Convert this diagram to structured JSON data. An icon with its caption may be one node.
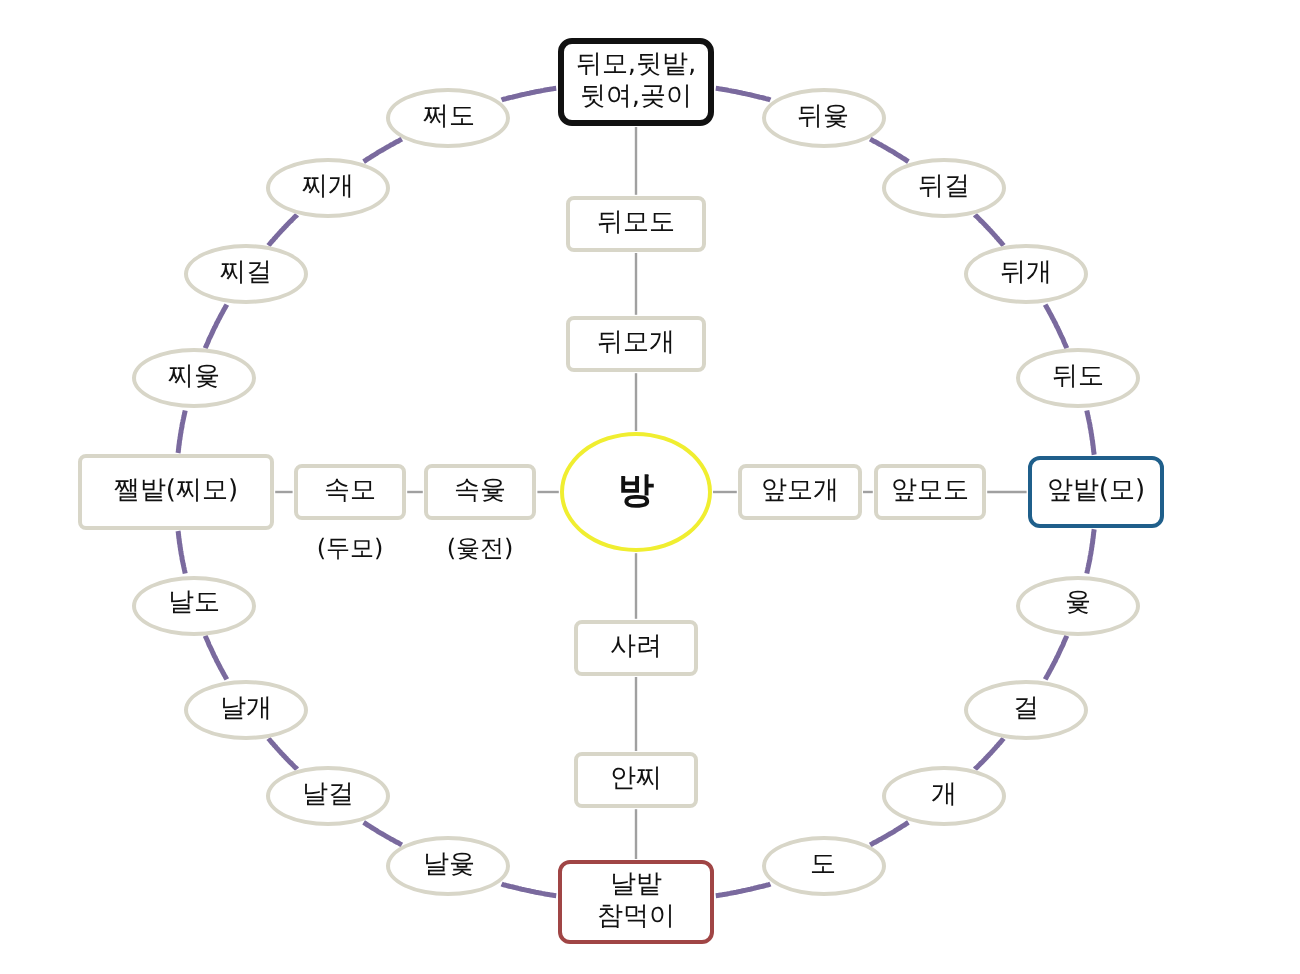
{
  "diagram": {
    "nodes": [
      {
        "text": [
          "뒤모,뒷밭, 뒷여,곶이"
        ]
      },
      {
        "text": [
          "쩌도"
        ]
      },
      {
        "text": [
          "뒤윷"
        ]
      },
      {
        "text": [
          "찌개"
        ]
      },
      {
        "text": [
          "뒤걸"
        ]
      },
      {
        "text": [
          "뒤모도"
        ]
      },
      {
        "text": [
          "찌걸"
        ]
      },
      {
        "text": [
          "뒤개"
        ]
      },
      {
        "text": [
          "뒤모개"
        ]
      },
      {
        "text": [
          "찌윷"
        ]
      },
      {
        "text": [
          "뒤도"
        ]
      },
      {
        "text": [
          "쨀밭(찌모)"
        ]
      },
      {
        "text": [
          "속모"
        ],
        "beside": [
          "(두모)"
        ]
      },
      {
        "text": [
          "속윷"
        ],
        "beside": [
          "(윷전)"
        ]
      },
      {
        "text": [
          "방"
        ]
      },
      {
        "text": [
          "앞모개"
        ]
      },
      {
        "text": [
          "앞모도"
        ]
      },
      {
        "text": [
          "앞밭(모)"
        ]
      },
      {
        "text": [
          "날도"
        ]
      },
      {
        "text": [
          "윷"
        ]
      },
      {
        "text": [
          "사려"
        ]
      },
      {
        "text": [
          "날개"
        ]
      },
      {
        "text": [
          "걸"
        ]
      },
      {
        "text": [
          "날걸"
        ]
      },
      {
        "text": [
          "안찌"
        ]
      },
      {
        "text": [
          "개"
        ]
      },
      {
        "text": [
          "날윷"
        ]
      },
      {
        "text": [
          "날밭",
          "참먹이"
        ]
      },
      {
        "text": [
          "도"
        ]
      }
    ],
    "edges": [
      {
        "from": 27,
        "to": 28,
        "arrow": "none"
      },
      {
        "from": 28,
        "to": 25,
        "arrow": "none"
      },
      {
        "from": 25,
        "to": 22,
        "arrow": "none"
      },
      {
        "from": 22,
        "to": 19,
        "arrow": "none"
      },
      {
        "from": 19,
        "to": 17,
        "arrow": "none"
      },
      {
        "from": 17,
        "to": 10,
        "arrow": "none"
      },
      {
        "from": 10,
        "to": 7,
        "arrow": "none"
      },
      {
        "from": 7,
        "to": 4,
        "arrow": "none"
      },
      {
        "from": 4,
        "to": 2,
        "arrow": "none"
      },
      {
        "from": 2,
        "to": 0,
        "arrow": "none"
      },
      {
        "from": 0,
        "to": 1,
        "arrow": "none"
      },
      {
        "from": 1,
        "to": 3,
        "arrow": "none"
      },
      {
        "from": 3,
        "to": 6,
        "arrow": "none"
      },
      {
        "from": 6,
        "to": 9,
        "arrow": "none"
      },
      {
        "from": 9,
        "to": 11,
        "arrow": "none"
      },
      {
        "from": 11,
        "to": 18,
        "arrow": "none"
      },
      {
        "from": 18,
        "to": 21,
        "arrow": "none"
      },
      {
        "from": 21,
        "to": 23,
        "arrow": "none"
      },
      {
        "from": 23,
        "to": 26,
        "arrow": "none"
      },
      {
        "from": 26,
        "to": 27,
        "arrow": "none"
      },
      {
        "from": 0,
        "to": 5,
        "arrow": "none",
        "color": "#a0a0a0"
      },
      {
        "from": 5,
        "to": 8,
        "arrow": "none",
        "color": "#a0a0a0"
      },
      {
        "from": 8,
        "to": 14,
        "arrow": "none",
        "color": "#a0a0a0"
      },
      {
        "from": 14,
        "to": 20,
        "arrow": "none",
        "color": "#a0a0a0"
      },
      {
        "from": 20,
        "to": 24,
        "arrow": "none",
        "color": "#a0a0a0"
      },
      {
        "from": 24,
        "to": 27,
        "arrow": "none",
        "color": "#a0a0a0"
      },
      {
        "from": 11,
        "to": 12,
        "arrow": "none",
        "color": "#a0a0a0"
      },
      {
        "from": 12,
        "to": 13,
        "arrow": "none",
        "color": "#a0a0a0"
      },
      {
        "from": 13,
        "to": 14,
        "arrow": "none",
        "color": "#a0a0a0"
      },
      {
        "from": 14,
        "to": 15,
        "arrow": "none",
        "color": "#a0a0a0"
      },
      {
        "from": 15,
        "to": 16,
        "arrow": "none",
        "color": "#a0a0a0"
      },
      {
        "from": 16,
        "to": 17,
        "arrow": "none",
        "color": "#a0a0a0"
      }
    ]
  }
}
